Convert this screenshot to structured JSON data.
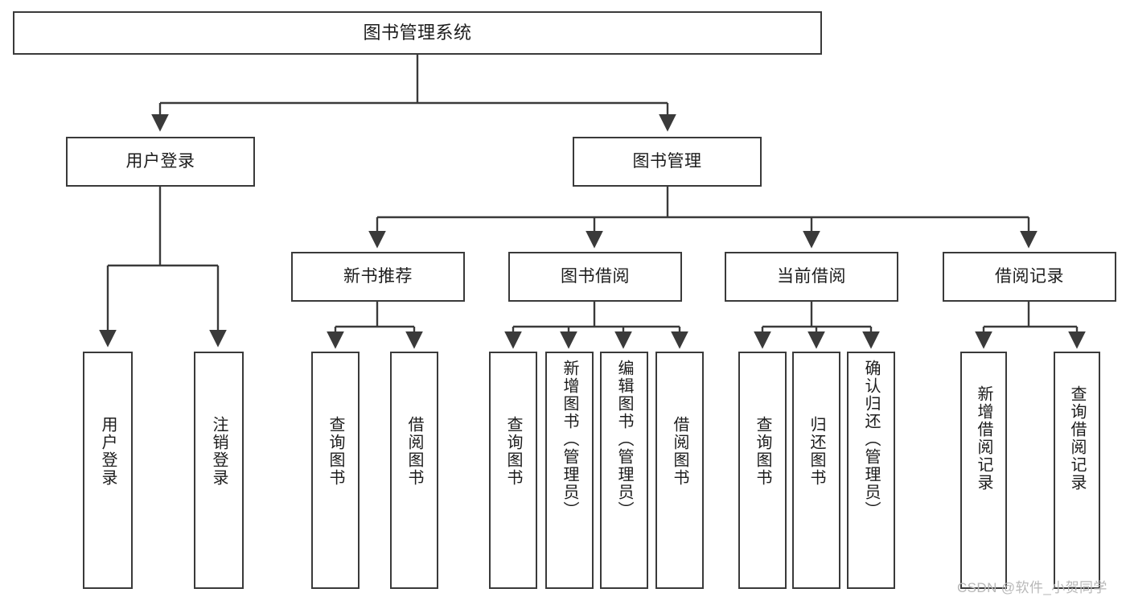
{
  "diagram": {
    "title": "图书管理系统",
    "type": "functional-structure-tree",
    "stroke_color": "#3a3a3a",
    "fill_color": "#ffffff",
    "text_color": "#1c1c1c",
    "nodes": {
      "root": {
        "label": "图书管理系统"
      },
      "level2": [
        {
          "label": "用户登录"
        },
        {
          "label": "图书管理"
        }
      ],
      "level3": [
        {
          "label": "新书推荐"
        },
        {
          "label": "图书借阅"
        },
        {
          "label": "当前借阅"
        },
        {
          "label": "借阅记录"
        }
      ],
      "leaves": {
        "user_login": [
          {
            "label": "用户登录"
          },
          {
            "label": "注销登录"
          }
        ],
        "new_book": [
          {
            "label": "查询图书"
          },
          {
            "label": "借阅图书"
          }
        ],
        "book_borrow": [
          {
            "label": "查询图书"
          },
          {
            "label": "新增图书（管理员）"
          },
          {
            "label": "编辑图书（管理员）"
          },
          {
            "label": "借阅图书"
          }
        ],
        "current_borrow": [
          {
            "label": "查询图书"
          },
          {
            "label": "归还图书"
          },
          {
            "label": "确认归还（管理员）"
          }
        ],
        "borrow_record": [
          {
            "label": "新增借阅记录"
          },
          {
            "label": "查询借阅记录"
          }
        ]
      }
    }
  },
  "watermark": {
    "text": "CSDN @软件_小贺同学"
  }
}
